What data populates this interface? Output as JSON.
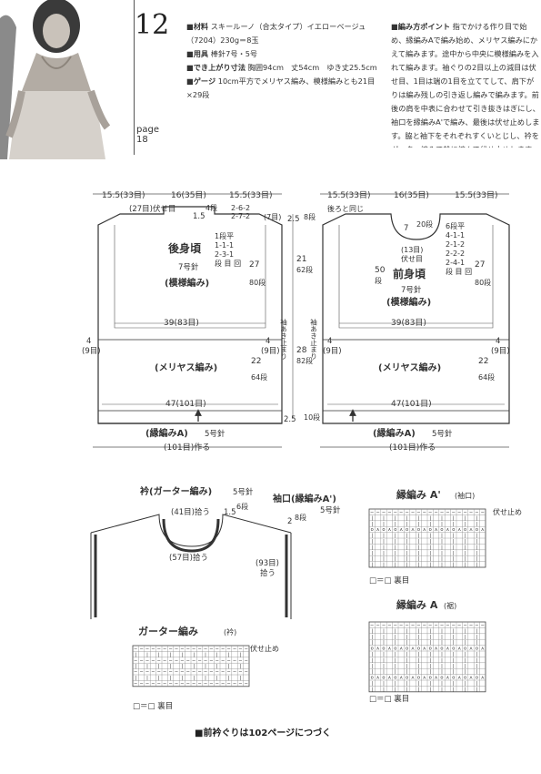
{
  "header": {
    "pattern_number": "12",
    "page_label": "page",
    "page_number": "18"
  },
  "materials": {
    "material_label": "■材料",
    "material_text": "スキールーノ（合太タイプ）イエローベージュ（7204）230g＝8玉",
    "tools_label": "■用具",
    "tools_text": "棒針7号・5号",
    "size_label": "■でき上がり寸法",
    "size_text": "胸囲94cm　丈54cm　ゆき丈25.5cm",
    "gauge_label": "■ゲージ",
    "gauge_text": "10cm平方でメリヤス編み、模様編みとも21目×29段"
  },
  "points": {
    "label": "■編み方ポイント",
    "text": "指でかける作り目で始め、縁編みAで編み始め、メリヤス編みにかえて編みます。途中から中央に模様編みを入れて編みます。袖ぐりの2目以上の減目は伏せ目、1目は端の1目を立ててして、肩下がりは編み残しの引き返し編みで編みます。前後の肩を中表に合わせて引き抜きはぎにし、袖口を縁編みA'で編み、最後は伏せ止めします。脇と袖下をそれぞれすくいとじし、衿をガーター編みで輪に編んで伏せ止めします。"
  },
  "back": {
    "top_w1": "15.5(33目)",
    "top_w2": "16(35目)",
    "top_w3": "15.5(33目)",
    "neck_bind": "(27目)伏せ目",
    "neck_h_cm": "1.5",
    "neck_h_rows": "4段",
    "shoulder_dec": "2-6-2",
    "shoulder_dec2": "2-7-2",
    "shoulder_st": "(7目)",
    "shoulder_drop": "2.5",
    "shoulder_drop_rows": "8段",
    "title": "後身頃",
    "needle": "7号針",
    "pattern": "(模様編み)",
    "armhole_dec1": "1段平",
    "armhole_dec2": "1-1-1",
    "armhole_dec3": "2-3-1",
    "armhole_dec4": "段 目 回",
    "right_h_cm": "27",
    "right_h_rows": "80段",
    "mid_w": "39(83目)",
    "side_cm": "4",
    "side_st": "(9目)",
    "side_cm_r": "4",
    "side_st_r": "(9目)",
    "body_pattern": "(メリヤス編み)",
    "body_h_cm": "22",
    "body_h_rows": "64段",
    "hem_w": "47(101目)",
    "border": "(縁編みA)",
    "border_needle": "5号針",
    "cast_on": "(101目)作る",
    "total_h1": "21",
    "total_h1_rows": "62段",
    "total_h2": "28",
    "total_h2_rows": "82段",
    "hem_h": "2.5",
    "hem_h_rows": "10段",
    "sleeve_stop": "袖あき止まり"
  },
  "front": {
    "top_w1": "15.5(33目)",
    "top_w2": "16(35目)",
    "top_w3": "15.5(33目)",
    "same_as_back": "後ろと同じ",
    "neck_h_cm": "7",
    "neck_h_rows": "20段",
    "neck_bind": "(13目)",
    "neck_bind2": "伏せ目",
    "neck_dec1": "6段平",
    "neck_dec2": "4-1-1",
    "neck_dec3": "2-1-2",
    "neck_dec4": "2-2-2",
    "neck_dec5": "2-4-1",
    "neck_dec6": "段 目 回",
    "title": "前身頃",
    "needle": "7号針",
    "pattern": "(模様編み)",
    "center_h_cm": "50",
    "center_h_rows": "段",
    "right_h_cm": "27",
    "right_h_rows": "80段",
    "mid_w": "39(83目)",
    "side_cm": "4",
    "side_st": "(9目)",
    "side_cm_r": "4",
    "side_st_r": "(9目)",
    "body_pattern": "(メリヤス編み)",
    "body_h_cm": "22",
    "body_h_rows": "64段",
    "hem_w": "47(101目)",
    "border": "(縁編みA)",
    "border_needle": "5号針",
    "cast_on": "(101目)作る",
    "sleeve_stop": "袖あき止まり"
  },
  "finishing": {
    "collar_title": "衿(ガーター編み)",
    "collar_needle": "5号針",
    "collar_pick_back": "(41目)拾う",
    "collar_pick_front": "(57目)拾う",
    "collar_h_cm": "1.5",
    "collar_h_rows": "6段",
    "cuff_title": "袖口(縁編みA')",
    "cuff_needle": "5号針",
    "cuff_h_cm": "2",
    "cuff_h_rows": "8段",
    "cuff_pick": "(93目)",
    "cuff_pick2": "拾う"
  },
  "charts": {
    "garter_title": "ガーター編み",
    "garter_sub": "(衿)",
    "border_a2_title": "縁編み A'",
    "border_a2_sub": "(袖口)",
    "border_a_title": "縁編み A",
    "border_a_sub": "(裾)",
    "bind_off": "伏せ止め",
    "legend": "□＝□ 裏目"
  },
  "footer": "■前衿ぐりは102ページにつづく"
}
